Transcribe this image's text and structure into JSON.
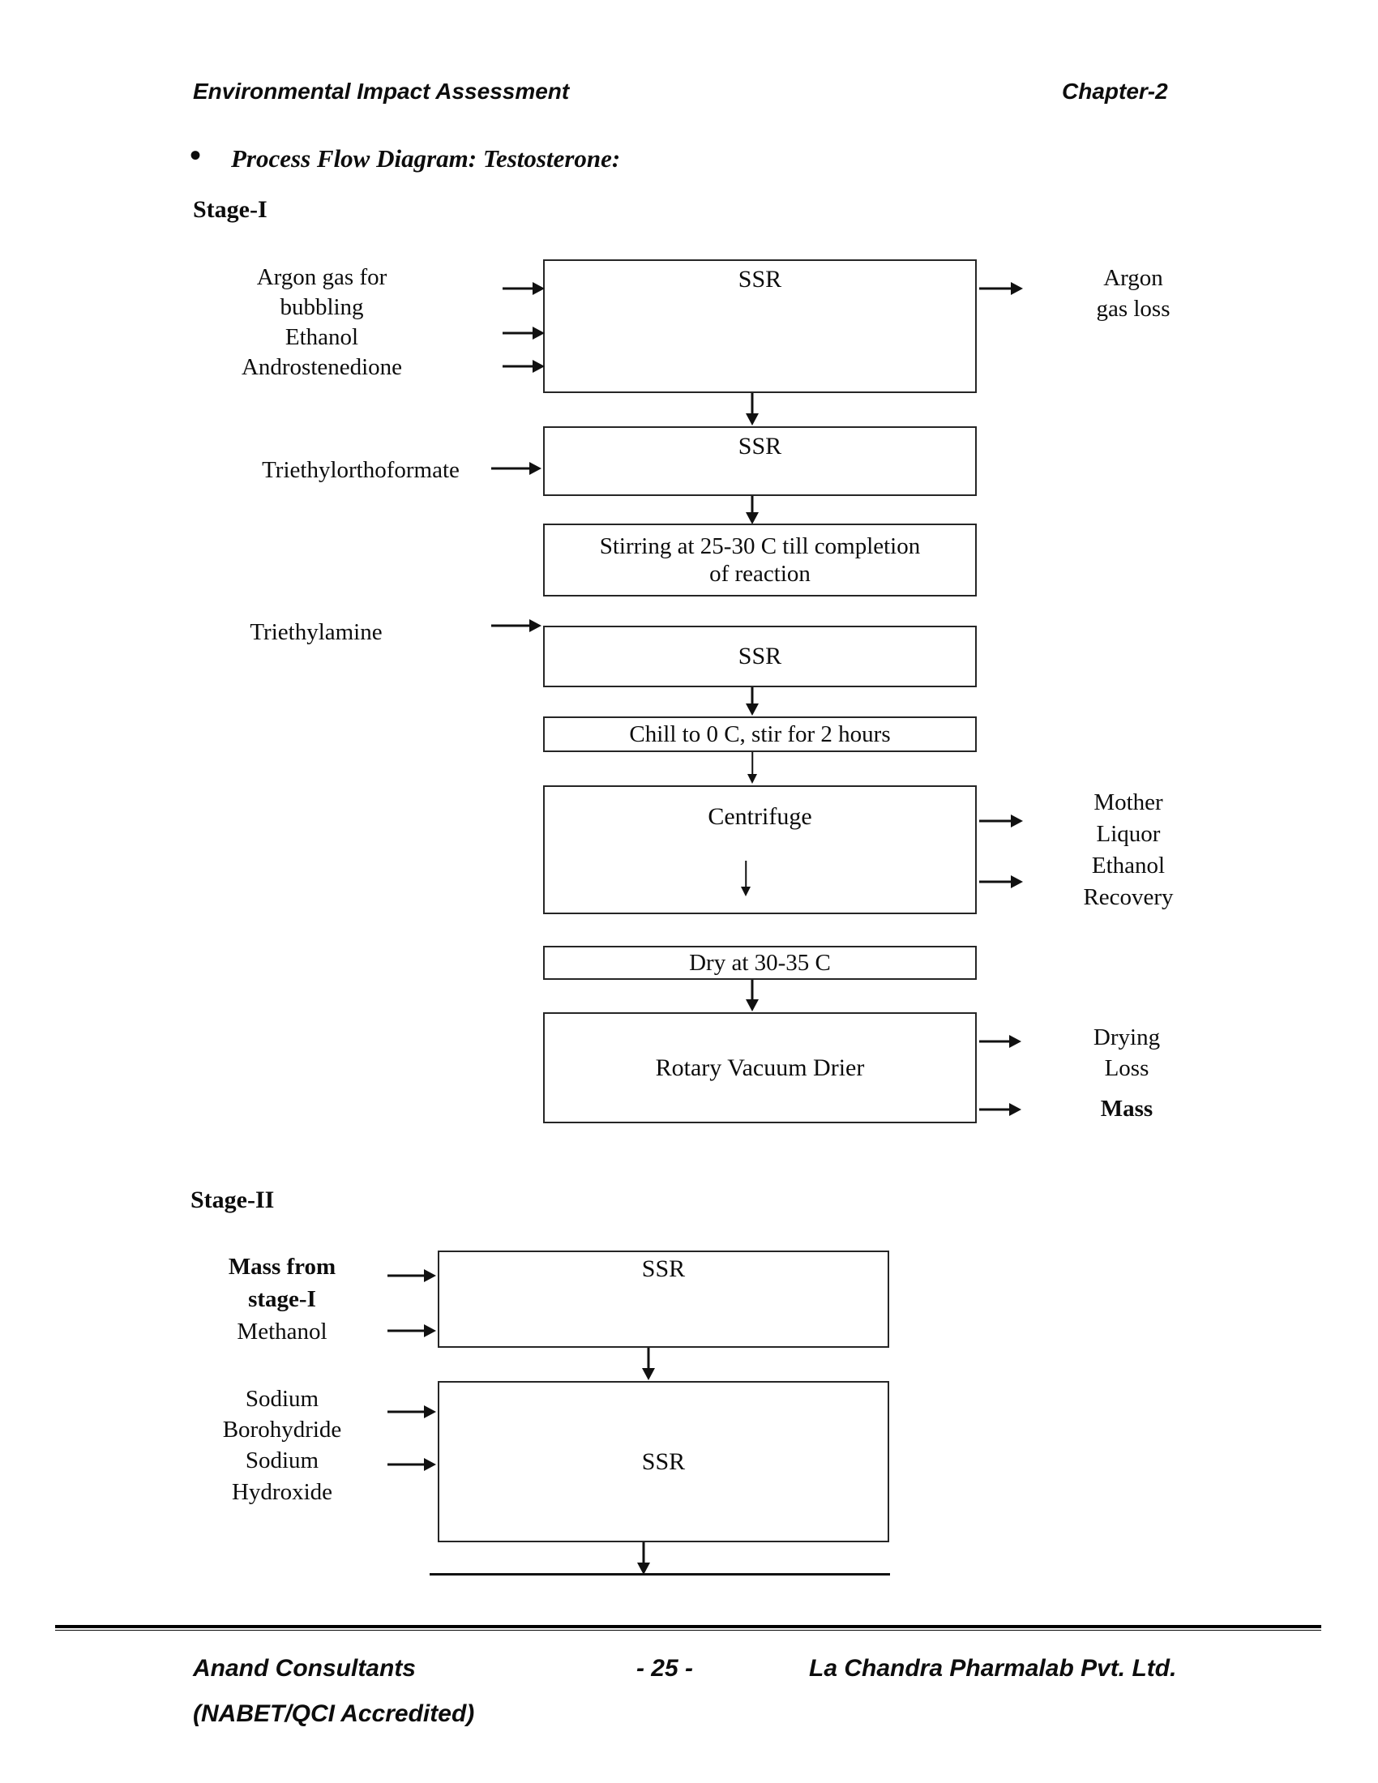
{
  "header": {
    "title": "Environmental Impact Assessment",
    "chapter": "Chapter-2"
  },
  "intro": {
    "bullet": "•",
    "label": "Process Flow Diagram: Testosterone:"
  },
  "stage1": {
    "heading": "Stage-I",
    "inputs1": {
      "line1": "Argon gas for",
      "line2": "bubbling",
      "line3": "Ethanol",
      "line4": "Androstenedione"
    },
    "ssr1": "SSR",
    "argon_out": {
      "line1": "Argon",
      "line2": "gas loss"
    },
    "triethylorthoformate": "Triethylorthoformate",
    "ssr2": "SSR",
    "stirring": {
      "line1": "Stirring at 25-30 C till completion",
      "line2": "of reaction"
    },
    "triethylamine": "Triethylamine",
    "ssr3": "SSR",
    "chill": "Chill to 0 C, stir for 2 hours",
    "centrifuge": "Centrifuge",
    "mother_liquor": {
      "line1": "Mother",
      "line2": "Liquor",
      "line3": "Ethanol",
      "line4": "Recovery"
    },
    "dry": "Dry at 30-35 C",
    "rotary": "Rotary Vacuum Drier",
    "drying_loss": {
      "line1": "Drying",
      "line2": "Loss"
    },
    "mass": "Mass"
  },
  "stage2": {
    "heading": "Stage-II",
    "mass_from": {
      "line1": "Mass from",
      "line2": "stage-I"
    },
    "methanol": "Methanol",
    "ssr1": "SSR",
    "sodium_borohydride": {
      "line1": "Sodium",
      "line2": "Borohydride"
    },
    "sodium_hydroxide": {
      "line1": "Sodium",
      "line2": "Hydroxide"
    },
    "ssr2": "SSR"
  },
  "footer": {
    "company": "Anand Consultants",
    "accreditation": "(NABET/QCI Accredited)",
    "page_number": "- 25 -",
    "client": "La Chandra Pharmalab Pvt. Ltd."
  }
}
